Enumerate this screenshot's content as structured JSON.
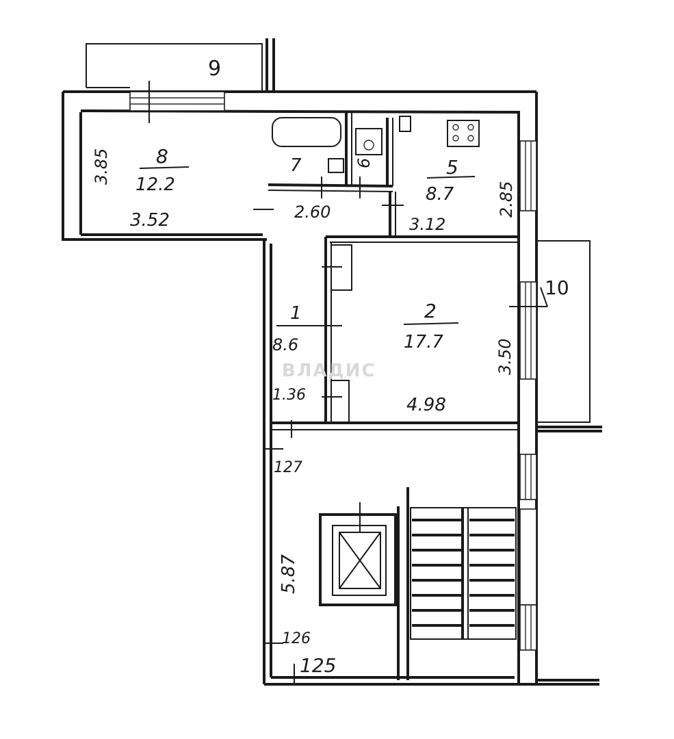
{
  "plan": {
    "balconies": [
      {
        "number": "9"
      },
      {
        "number": "10"
      }
    ],
    "rooms": [
      {
        "number": "8",
        "area": "12.2"
      },
      {
        "number": "7",
        "area": ""
      },
      {
        "number": "6",
        "area": ""
      },
      {
        "number": "5",
        "area": "8.7"
      },
      {
        "number": "1",
        "area": "8.6"
      },
      {
        "number": "2",
        "area": "17.7"
      }
    ],
    "dimensions": {
      "room8_height": "3.85",
      "room8_width": "3.52",
      "hall_length": "2.60",
      "room5_height": "2.85",
      "room5_width": "3.12",
      "room2_height": "3.50",
      "room2_width": "4.98",
      "room1_width": "1.36",
      "stair_127": "127",
      "stair_height": "5.87",
      "stair_126": "126",
      "stair_125": "125"
    },
    "watermark": "ВЛАДИС"
  }
}
